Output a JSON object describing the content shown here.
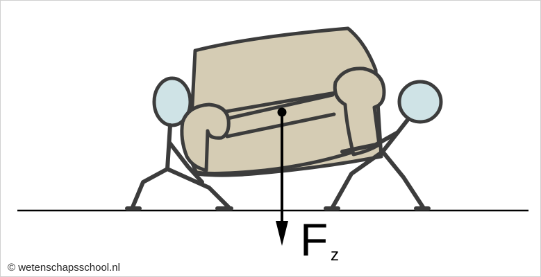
{
  "diagram": {
    "force_label": "F",
    "force_subscript": "z",
    "credit": "© wetenschapsschool.nl"
  },
  "colors": {
    "sofa_fill": "#d5ccb4",
    "sofa_outline": "#3c3c3c",
    "head_fill": "#cfe3e6",
    "ground_line": "#000000",
    "arrow": "#000000"
  },
  "icons": {
    "left_person": "stick-figure",
    "right_person": "stick-figure",
    "sofa": "sofa"
  }
}
